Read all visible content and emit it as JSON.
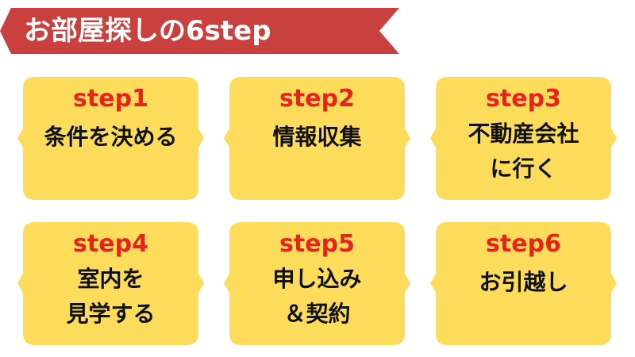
{
  "banner": {
    "title": "お部屋探しの6step",
    "color": "#c9403f"
  },
  "card_color": "#fddc5c",
  "step_label_color": "#e8231f",
  "steps": [
    {
      "label": "step1",
      "lines": [
        "条件を決める"
      ]
    },
    {
      "label": "step2",
      "lines": [
        "情報収集"
      ]
    },
    {
      "label": "step3",
      "lines": [
        "不動産会社",
        "に行く"
      ]
    },
    {
      "label": "step4",
      "lines": [
        "室内を",
        "見学する"
      ]
    },
    {
      "label": "step5",
      "lines": [
        "申し込み",
        "＆契約"
      ]
    },
    {
      "label": "step6",
      "lines": [
        "お引越し"
      ]
    }
  ]
}
